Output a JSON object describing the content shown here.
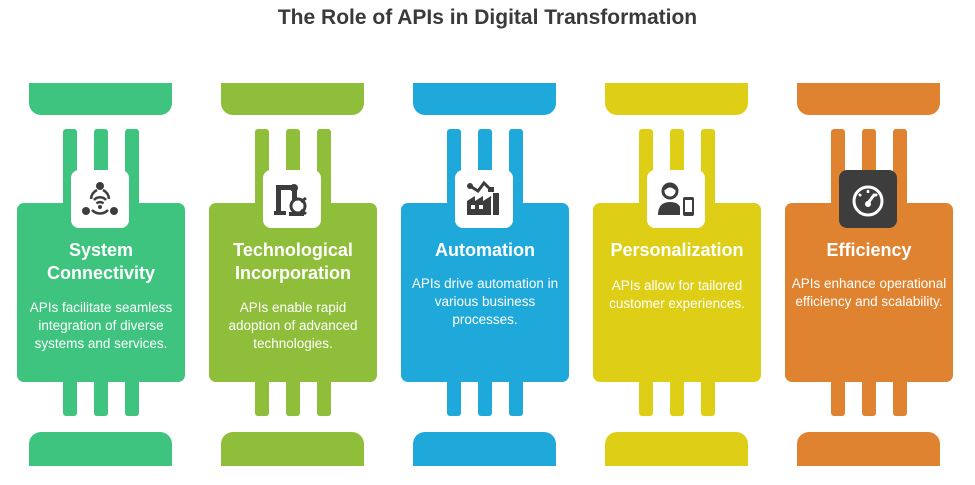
{
  "title": "The Role of APIs in Digital Transformation",
  "pillars": [
    {
      "heading": "System Connectivity",
      "description": "APIs facilitate seamless integration of diverse systems and services.",
      "icon": "network-icon",
      "color": "#3ec47f"
    },
    {
      "heading": "Technological Incorporation",
      "description": "APIs enable rapid adoption of advanced technologies.",
      "icon": "robot-arm-icon",
      "color": "#8fbe3a"
    },
    {
      "heading": "Automation",
      "description": "APIs drive automation in various business processes.",
      "icon": "factory-icon",
      "color": "#1fa9da"
    },
    {
      "heading": "Personalization",
      "description": "APIs allow for tailored customer experiences.",
      "icon": "user-device-icon",
      "color": "#decf16"
    },
    {
      "heading": "Efficiency",
      "description": "APIs enhance operational efficiency and scalability.",
      "icon": "gauge-icon",
      "color": "#e08330"
    }
  ]
}
